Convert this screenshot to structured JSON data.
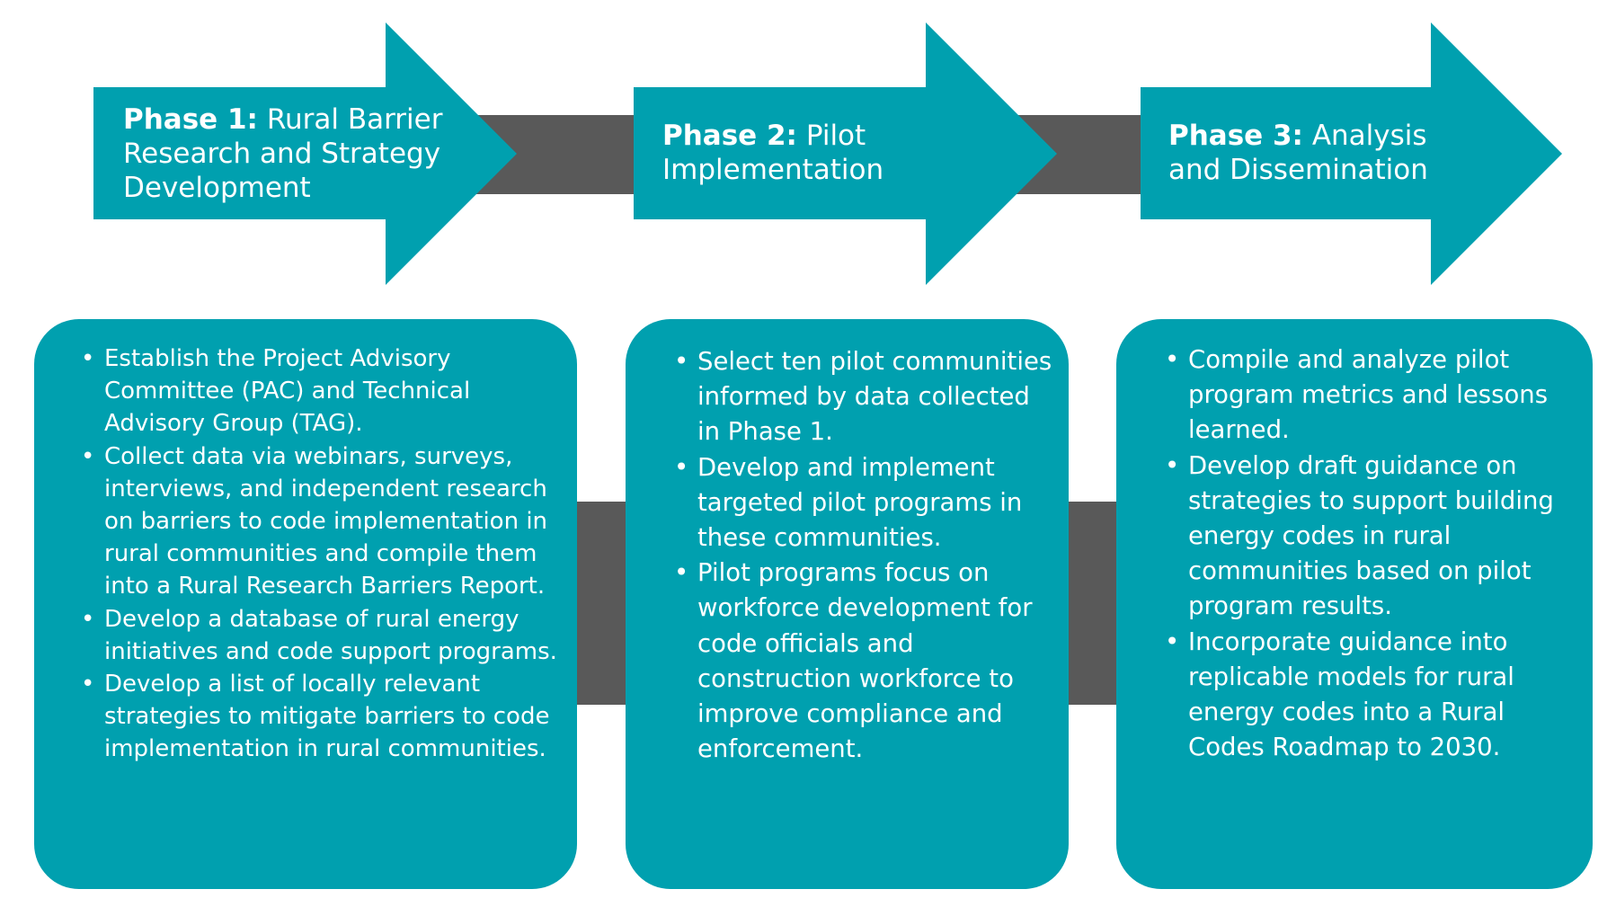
{
  "colors": {
    "teal": "#00A0AF",
    "connector": "#595959",
    "text": "#FFFFFF"
  },
  "phases": [
    {
      "label": "Phase 1:",
      "title": "Rural Barrier Research and Strategy Development",
      "items": [
        "Establish the Project Advisory Committee (PAC) and Technical Advisory Group (TAG).",
        "Collect data via webinars, surveys, interviews, and independent research on barriers to code implementation in rural communities and compile them into a Rural Research Barriers Report.",
        "Develop a database of rural energy initiatives and code support programs.",
        "Develop a list of locally relevant strategies to mitigate barriers to code implementation in rural communities."
      ]
    },
    {
      "label": "Phase 2:",
      "title": "Pilot Implementation",
      "items": [
        "Select ten pilot communities informed by data collected in Phase 1.",
        "Develop and implement targeted pilot programs in these communities.",
        "Pilot programs focus on workforce development for code officials and construction workforce to improve compliance and enforcement."
      ]
    },
    {
      "label": "Phase 3:",
      "title": "Analysis and Dissemination",
      "items": [
        "Compile and analyze pilot program metrics and lessons learned.",
        "Develop draft guidance on strategies to support building energy codes in rural communities based on pilot program results.",
        "Incorporate guidance into replicable models for rural energy codes into a Rural Codes Roadmap to 2030."
      ]
    }
  ]
}
